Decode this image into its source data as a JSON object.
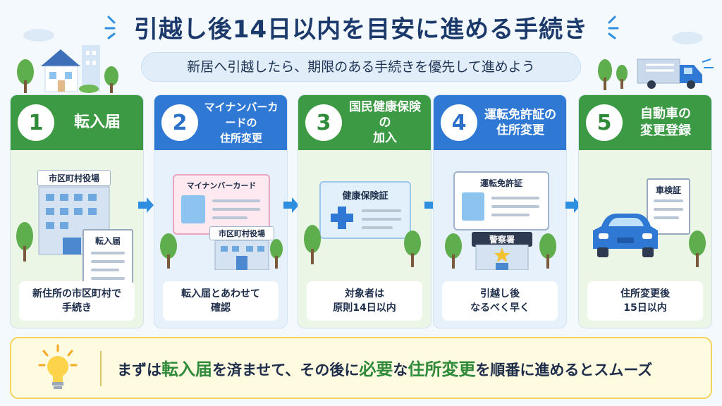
{
  "title": "引越し後14日以内を目安に進める手続き",
  "subtitle": "新居へ引越したら、期限のある手続きを優先して進めよう",
  "steps": [
    {
      "number": "1",
      "title": "転入届",
      "illus_labels": [
        "市区町村役場",
        "転入届"
      ],
      "note": "新住所の市区町村で\n手続き"
    },
    {
      "number": "2",
      "title": "マイナンバーカードの\n住所変更",
      "illus_labels": [
        "マイナンバーカード",
        "市区町村役場"
      ],
      "note": "転入届とあわせて\n確認"
    },
    {
      "number": "3",
      "title": "国民健康保険の\n加入",
      "illus_labels": [
        "健康保険証"
      ],
      "note": "対象者は\n原則14日以内"
    },
    {
      "number": "4",
      "title": "運転免許証の\n住所変更",
      "illus_labels": [
        "運転免許証",
        "警察署"
      ],
      "note": "引越し後\nなるべく早く"
    },
    {
      "number": "5",
      "title": "自動車の\n変更登録",
      "illus_labels": [
        "車検証"
      ],
      "note": "住所変更後\n15日以内"
    }
  ],
  "tip": {
    "parts": [
      "まずは",
      "転入届",
      "を済ませて、その後に",
      "必要",
      "な",
      "住所変更",
      "を順番に進めるとスムーズ"
    ]
  },
  "icons": [
    "house-icon",
    "truck-icon",
    "lightbulb-icon",
    "arrow-right-icon",
    "building-icon",
    "car-icon",
    "police-station-icon",
    "id-card-icon",
    "insurance-card-icon",
    "document-icon"
  ],
  "colors": {
    "green": "#3c9a45",
    "blue": "#2f79d4",
    "arrow": "#2e8ee0",
    "tip_border": "#f3d35e"
  }
}
